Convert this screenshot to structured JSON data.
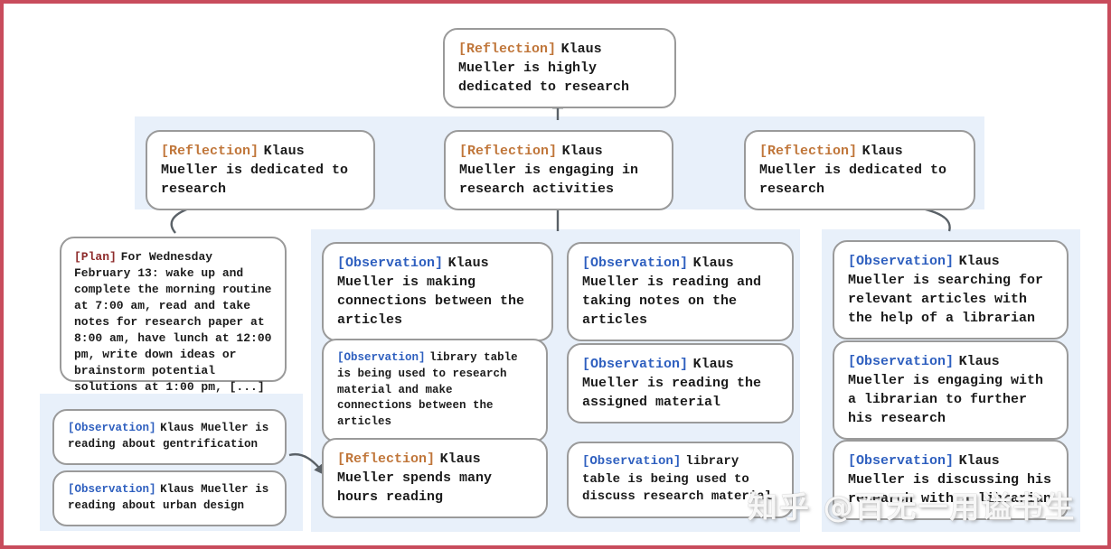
{
  "figure": {
    "title_hint": "memory tree of agent Klaus Mueller",
    "watermark": "知乎 @百无一用谥书生"
  },
  "colors": {
    "frame_red": "#c84c5c",
    "panel_blue": "#e8f0fa",
    "box_border_gray": "#9a9a9a",
    "reflection_tag": "#c0763a",
    "observation_tag": "#2e5fbf",
    "plan_tag": "#8e2b2b",
    "arrow_gray": "#5a6167",
    "text_black": "#1b1b1b"
  },
  "boxes": {
    "root": {
      "tag": "[Reflection]",
      "text": "Klaus Mueller is highly dedicated to research"
    },
    "l2_left": {
      "tag": "[Reflection]",
      "text": "Klaus Mueller is dedicated to research"
    },
    "l2_mid": {
      "tag": "[Reflection]",
      "text": "Klaus Mueller is engaging in research activities"
    },
    "l2_right": {
      "tag": "[Reflection]",
      "text": "Klaus Mueller is dedicated to research"
    },
    "plan": {
      "tag": "[Plan]",
      "text": "For Wednesday February 13: wake up and complete the morning routine at 7:00 am, read and take notes for research paper at 8:00 am, have lunch at 12:00 pm, write down ideas or brainstorm potential solutions at 1:00 pm, [...]"
    },
    "obs_gentrification": {
      "tag": "[Observation]",
      "text": "Klaus Mueller is reading about gentrification"
    },
    "obs_urban_design": {
      "tag": "[Observation]",
      "text": "Klaus Mueller is reading about urban design"
    },
    "obs_connections": {
      "tag": "[Observation]",
      "text": "Klaus Mueller is making connections between the articles"
    },
    "obs_library_research": {
      "tag": "[Observation]",
      "text": "library table is being used to research material and make connections between the articles"
    },
    "refl_hours_reading": {
      "tag": "[Reflection]",
      "text": "Klaus Mueller spends many hours reading"
    },
    "obs_taking_notes": {
      "tag": "[Observation]",
      "text": "Klaus Mueller is reading and taking notes on the articles"
    },
    "obs_assigned_material": {
      "tag": "[Observation]",
      "text": "Klaus Mueller is reading the assigned material"
    },
    "obs_library_discuss": {
      "tag": "[Observation]",
      "text": "library table is being used to discuss research material"
    },
    "obs_searching_articles": {
      "tag": "[Observation]",
      "text": "Klaus Mueller is searching for relevant articles with the help of a librarian"
    },
    "obs_engaging_librarian": {
      "tag": "[Observation]",
      "text": "Klaus Mueller is engaging with a librarian to further his research"
    },
    "obs_discussing_librarian": {
      "tag": "[Observation]",
      "text": "Klaus Mueller is discussing his research with a librarian"
    }
  }
}
